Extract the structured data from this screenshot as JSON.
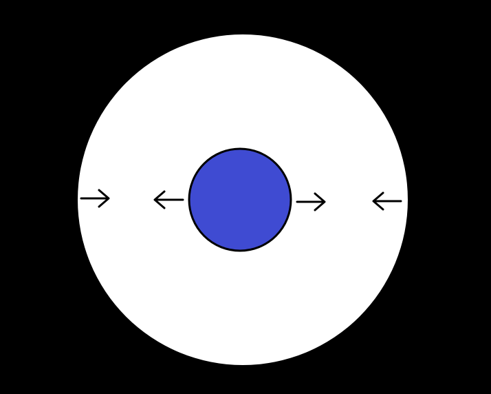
{
  "colors": {
    "background": "#000000",
    "outer_circle": "#ffffff",
    "inner_circle": "#3f4bd2",
    "stroke": "#000000"
  },
  "arrows": [
    {
      "icon": "arrow-right-icon",
      "direction": "right"
    },
    {
      "icon": "arrow-left-icon",
      "direction": "left"
    },
    {
      "icon": "arrow-right-icon",
      "direction": "right"
    },
    {
      "icon": "arrow-left-icon",
      "direction": "left"
    }
  ]
}
